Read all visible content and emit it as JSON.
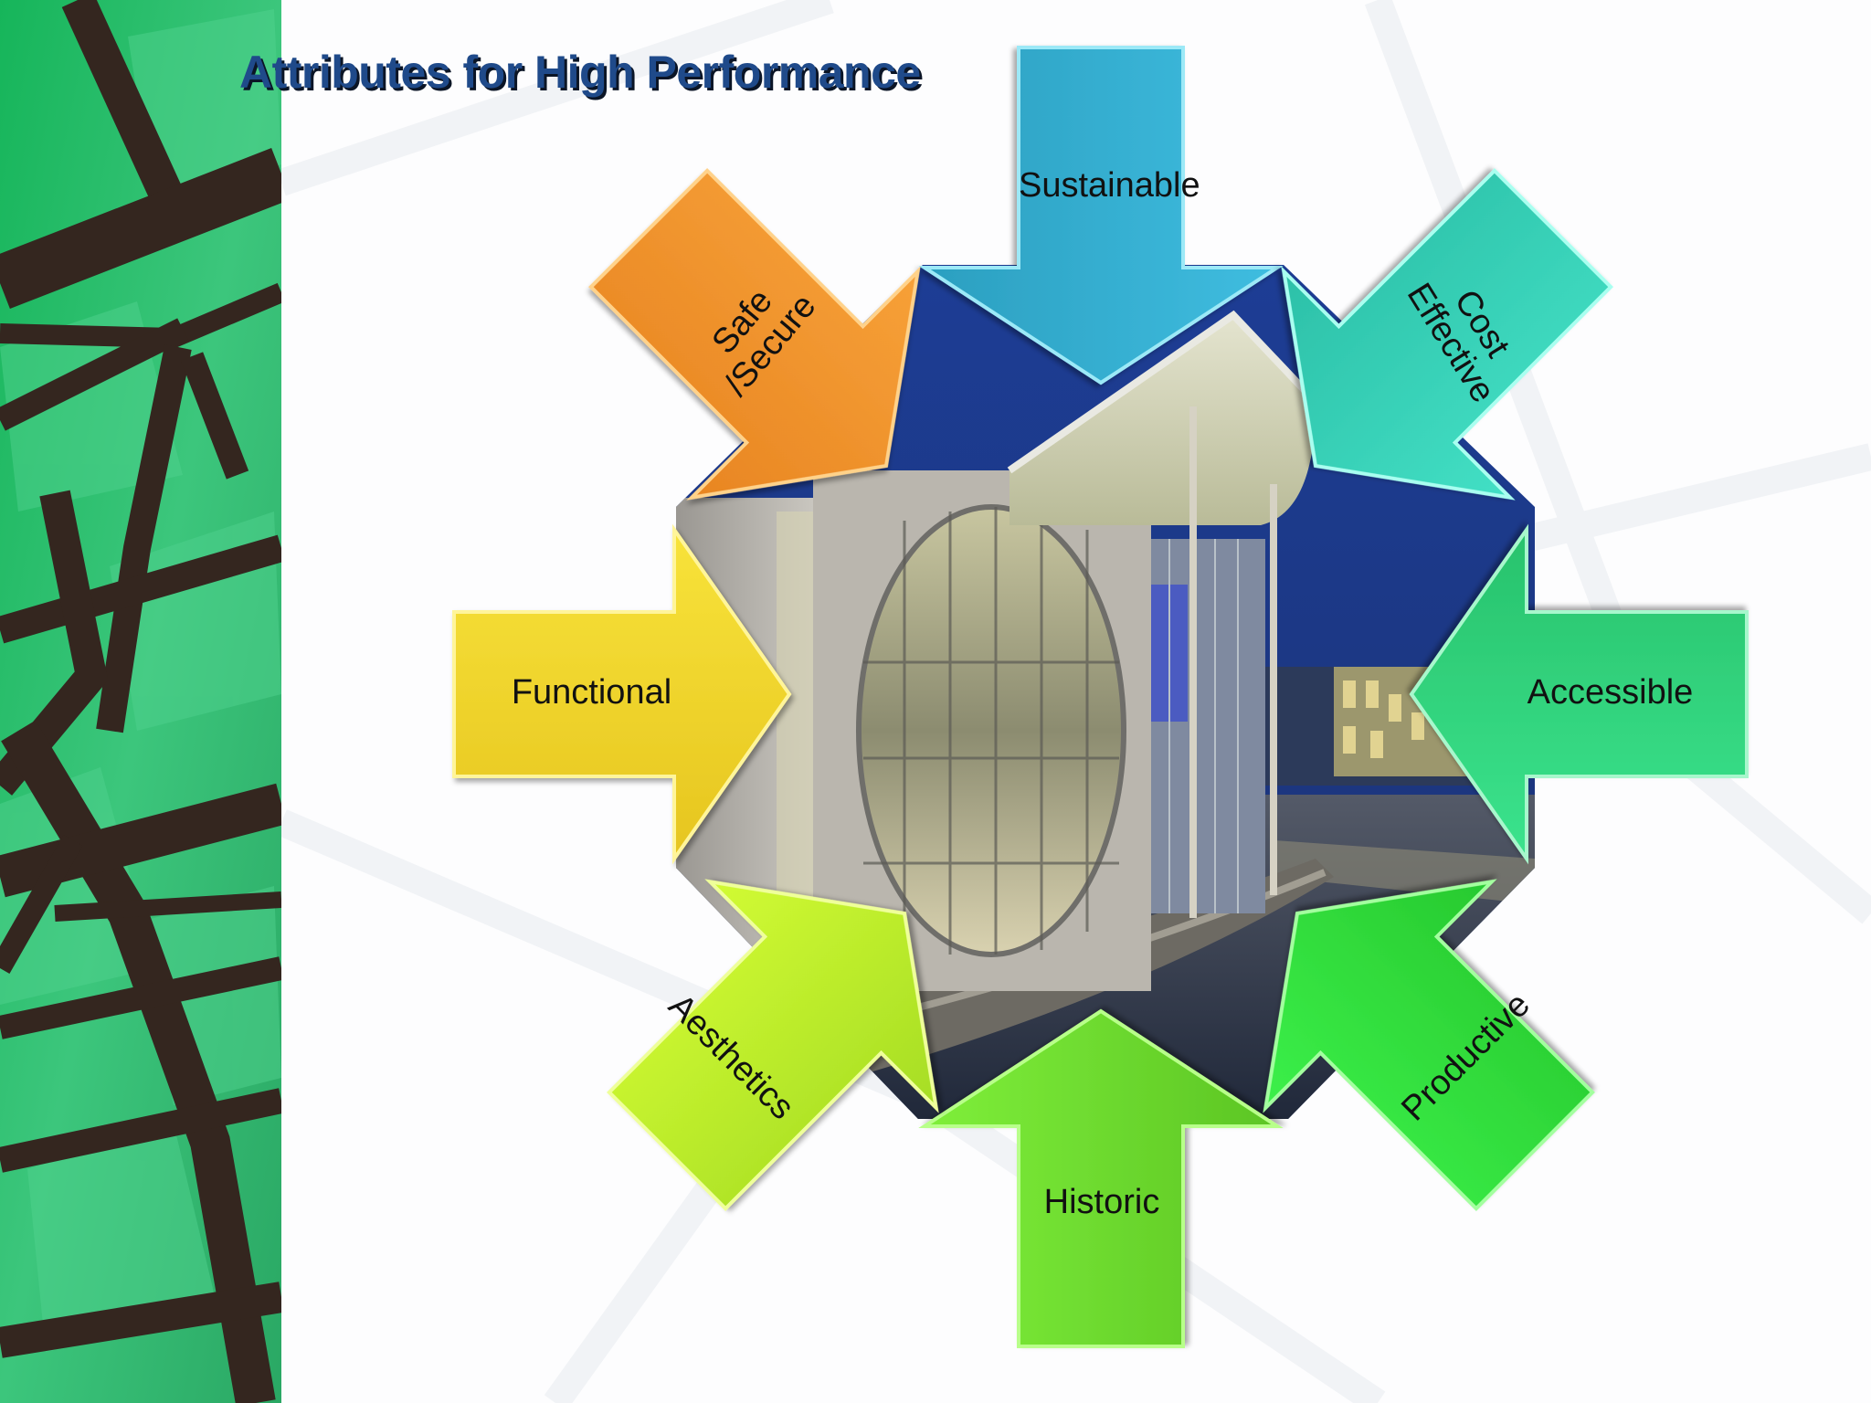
{
  "slide": {
    "title": "Attributes for High Performance"
  },
  "diagram": {
    "center_image": "building-photo-night-glass-facade-circular-window",
    "arrows": [
      {
        "id": "sustainable",
        "label": "Sustainable",
        "direction": "down",
        "color": "#36b0d3"
      },
      {
        "id": "cost-effective",
        "label_line1": "Cost",
        "label_line2": "Effective",
        "direction": "down-left",
        "color": "#37d4b8"
      },
      {
        "id": "accessible",
        "label": "Accessible",
        "direction": "left",
        "color": "#33d57f"
      },
      {
        "id": "productive",
        "label": "Productive",
        "direction": "up-left",
        "color": "#33dd3c"
      },
      {
        "id": "historic",
        "label": "Historic",
        "direction": "up",
        "color": "#6cd92c"
      },
      {
        "id": "aesthetics",
        "label": "Aesthetics",
        "direction": "up-right",
        "color": "#b6ec2a"
      },
      {
        "id": "functional",
        "label": "Functional",
        "direction": "right",
        "color": "#f2d727"
      },
      {
        "id": "safe-secure",
        "label_line1": "Safe",
        "label_line2": "/Secure",
        "direction": "down-right",
        "color": "#f0922a"
      }
    ]
  },
  "colors": {
    "title": "#1f4a8a",
    "panel_green": "#2fbd6a",
    "panel_beam": "#3a2a24",
    "sky": "#1f3a8c"
  }
}
